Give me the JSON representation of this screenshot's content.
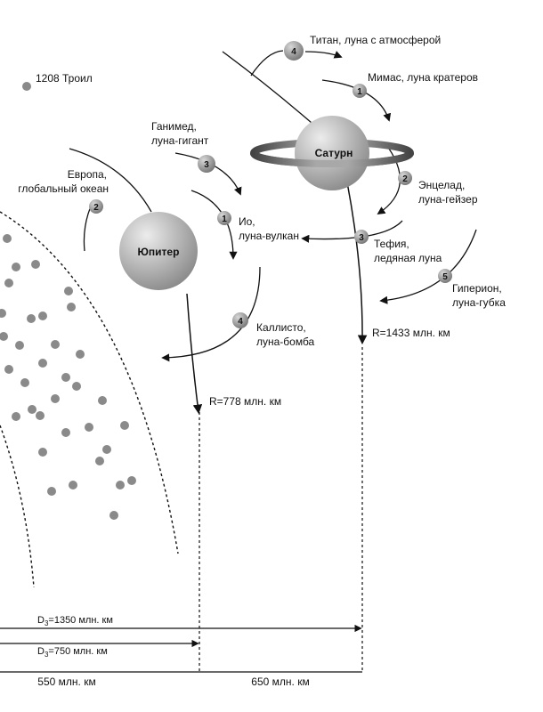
{
  "labels": {
    "troil": "1208 Троил",
    "jupiter": "Юпитер",
    "saturn": "Сатурн",
    "jupiter_radius": "R=778 млн. км",
    "saturn_radius": "R=1433 млн. км"
  },
  "jupiter_moons": [
    {
      "num": "1",
      "line1": "Ио,",
      "line2": "луна-вулкан"
    },
    {
      "num": "2",
      "line1": "Европа,",
      "line2": "глобальный океан"
    },
    {
      "num": "3",
      "line1": "Ганимед,",
      "line2": "луна-гигант"
    },
    {
      "num": "4",
      "line1": "Каллисто,",
      "line2": "луна-бомба"
    }
  ],
  "saturn_moons": [
    {
      "num": "1",
      "line1": "Мимас, луна кратеров",
      "line2": ""
    },
    {
      "num": "2",
      "line1": "Энцелад,",
      "line2": "луна-гейзер"
    },
    {
      "num": "3",
      "line1": "Тефия,",
      "line2": "ледяная луна"
    },
    {
      "num": "4",
      "line1": "Титан, луна с атмосферой",
      "line2": ""
    },
    {
      "num": "5",
      "line1": "Гиперион,",
      "line2": "луна-губка"
    }
  ],
  "distances": {
    "d1_prefix": "D",
    "d1_sub": "3",
    "d1_value": "=1350 млн. км",
    "d2_prefix": "D",
    "d2_sub": "3",
    "d2_value": "=750 млн. км",
    "seg1": "550 млн. км",
    "seg2": "650 млн. км"
  },
  "colors": {
    "planet_light": "#d9d9d9",
    "planet_dark": "#7a7a7a",
    "moon": "#8c8c8c",
    "asteroid": "#8a8a8a",
    "line": "#111111"
  }
}
